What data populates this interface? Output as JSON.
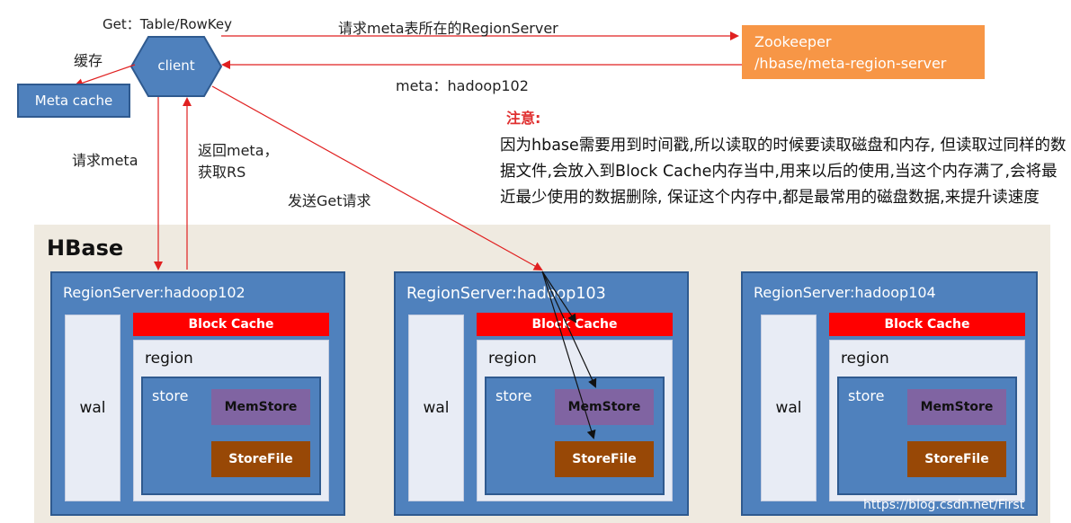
{
  "labels": {
    "get_request": "Get：Table/RowKey",
    "request_meta_region": "请求meta表所在的RegionServer",
    "meta_response": "meta：hadoop102",
    "cache": "缓存",
    "request_meta": "请求meta",
    "return_meta_line1": "返回meta，",
    "return_meta_line2": "获取RS",
    "send_get": "发送Get请求"
  },
  "nodes": {
    "client": "client",
    "meta_cache": "Meta cache",
    "zookeeper_line1": "Zookeeper",
    "zookeeper_line2": "/hbase/meta-region-server"
  },
  "hbase": {
    "title": "HBase",
    "region_servers": [
      {
        "title": "RegionServer:hadoop102",
        "wal": "wal",
        "block_cache": "Block Cache",
        "region": "region",
        "store": "store",
        "memstore": "MemStore",
        "storefile": "StoreFile"
      },
      {
        "title": "RegionServer:hadoop103",
        "wal": "wal",
        "block_cache": "Block Cache",
        "region": "region",
        "store": "store",
        "memstore": "MemStore",
        "storefile": "StoreFile"
      },
      {
        "title": "RegionServer:hadoop104",
        "wal": "wal",
        "block_cache": "Block Cache",
        "region": "region",
        "store": "store",
        "memstore": "MemStore",
        "storefile": "StoreFile"
      }
    ]
  },
  "note": {
    "title": "注意:",
    "body": "因为hbase需要用到时间戳,所以读取的时候要读取磁盘和内存, 但读取过同样的数据文件,会放入到Block Cache内存当中,用来以后的使用,当这个内存满了,会将最近最少使用的数据删除, 保证这个内存中,都是最常用的磁盘数据,来提升读速度"
  },
  "watermark": "https://blog.csdn.net/First",
  "colors": {
    "node_blue": "#4f81bd",
    "node_border": "#2f5a8f",
    "zookeeper_orange": "#f79646",
    "block_cache_red": "#ff0000",
    "memstore_purple": "#8064a2",
    "storefile_brown": "#984806",
    "hbase_bg": "#efeae0",
    "arrow_red": "#e02020"
  }
}
